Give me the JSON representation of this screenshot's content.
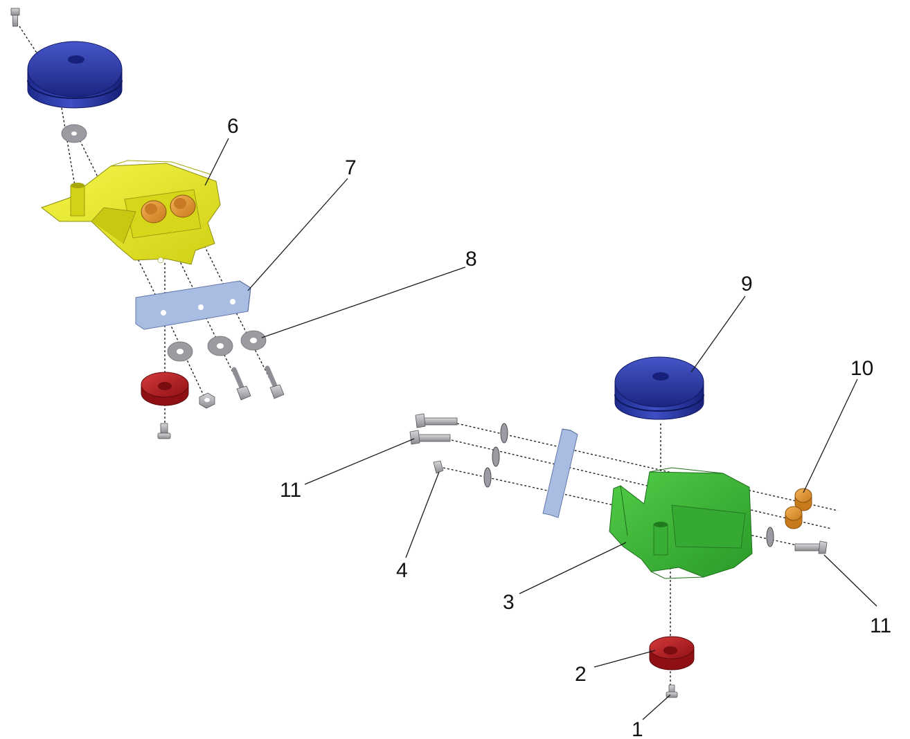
{
  "callouts": [
    {
      "id": "c1",
      "label": "1"
    },
    {
      "id": "c2",
      "label": "2"
    },
    {
      "id": "c3",
      "label": "3"
    },
    {
      "id": "c4",
      "label": "4"
    },
    {
      "id": "c6",
      "label": "6"
    },
    {
      "id": "c7",
      "label": "7"
    },
    {
      "id": "c8",
      "label": "8"
    },
    {
      "id": "c9",
      "label": "9"
    },
    {
      "id": "c10",
      "label": "10"
    },
    {
      "id": "c11a",
      "label": "11"
    },
    {
      "id": "c11b",
      "label": "11"
    }
  ],
  "colors": {
    "weight_blue": "#2b3aa6",
    "bracket_yellow": "#ecec2a",
    "bracket_green": "#3fba3a",
    "plate_blue": "#a9bde3",
    "knob_red": "#b3191e",
    "bushing_orange": "#e39a35",
    "hardware_grey": "#9d9da2"
  }
}
